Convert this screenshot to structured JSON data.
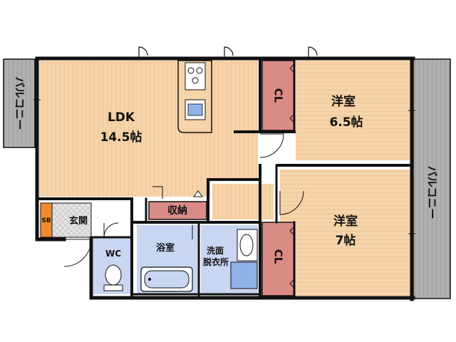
{
  "rooms": {
    "ldk": {
      "name": "LDK",
      "size": "14.5帖"
    },
    "western_1": {
      "name": "洋室",
      "size": "6.5帖"
    },
    "western_2": {
      "name": "洋室",
      "size": "7帖"
    },
    "bath": {
      "name": "浴室"
    },
    "washroom": {
      "name_line1": "洗面",
      "name_line2": "脱衣所"
    },
    "wc": {
      "name": "WC"
    },
    "storage": {
      "name": "収納"
    },
    "entrance": {
      "name": "玄関"
    },
    "shoe_box": {
      "name": "SB"
    },
    "closet_1": {
      "name": "CL"
    },
    "closet_2": {
      "name": "CL"
    },
    "balcony_left": {
      "name": "バルコニー"
    },
    "balcony_right": {
      "name": "バルコニー"
    }
  },
  "colors": {
    "floor_wood": "#f6d3a8",
    "wood_lines": "#e6b888",
    "closet": "#d98c86",
    "bath_area": "#c8d6f2",
    "storage": "#d98c86",
    "balcony": "#a9a9a9",
    "entrance_tile": "#dcdcdc",
    "shoe_box": "#f08c2e",
    "wall": "#111111"
  }
}
